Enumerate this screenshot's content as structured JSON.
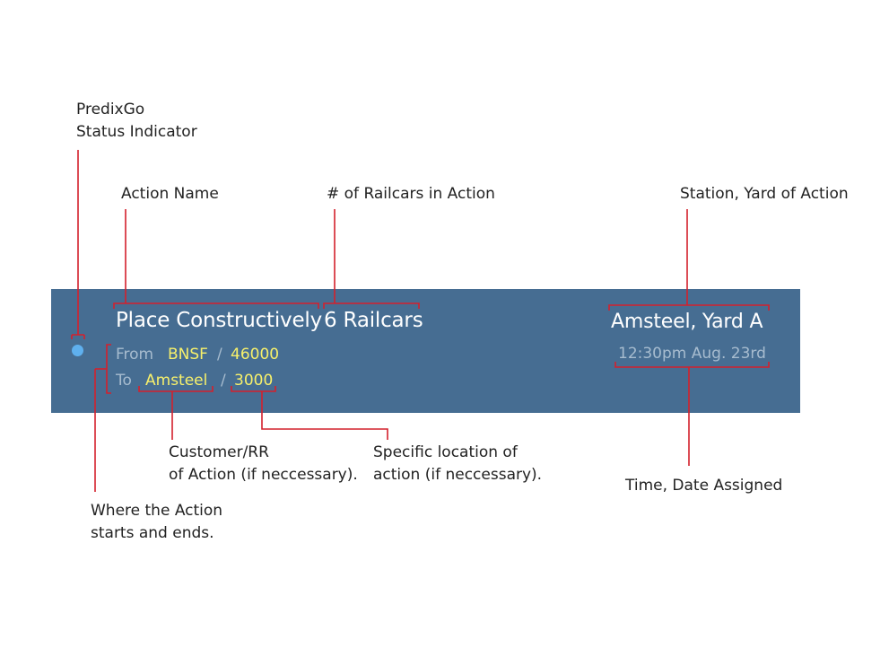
{
  "annotations": {
    "status_indicator": [
      "PredixGo",
      "Status Indicator"
    ],
    "action_name": "Action Name",
    "railcar_count": "# of Railcars in Action",
    "station_yard": "Station, Yard of Action",
    "customer_rr": [
      "Customer/RR",
      "of Action (if neccessary)."
    ],
    "specific_location": [
      "Specific location of",
      "action (if neccessary)."
    ],
    "time_date": "Time, Date Assigned",
    "where_action": [
      "Where the Action",
      "starts and ends."
    ]
  },
  "card": {
    "action_name": "Place Constructively",
    "railcar_count": "6 Railcars",
    "from_label": "From",
    "from_customer": "BNSF",
    "separator": "/",
    "from_location": "46000",
    "to_label": "To",
    "to_customer": "Amsteel",
    "to_location": "3000",
    "station": "Amsteel, Yard A",
    "datetime": "12:30pm Aug. 23rd"
  },
  "colors": {
    "card_background": "#466d92",
    "status_dot": "#5fb0ee",
    "highlight_text": "#f7f06b",
    "muted_text": "#a7bccf",
    "annotation_line": "#d4202c"
  }
}
